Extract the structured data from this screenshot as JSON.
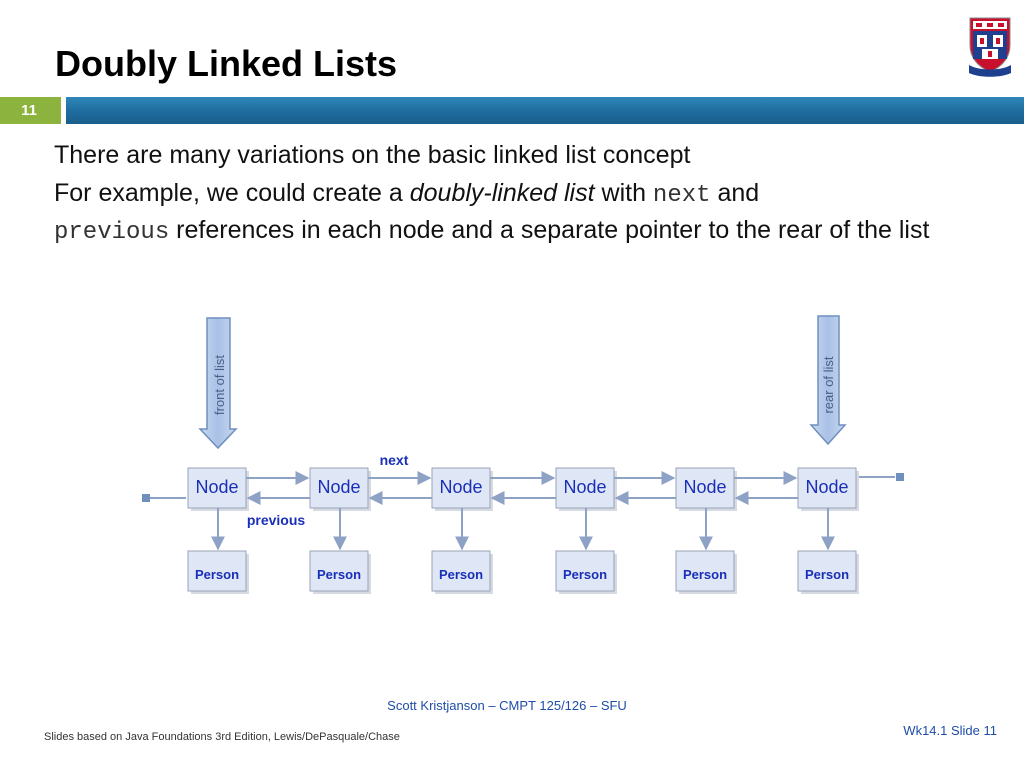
{
  "slide": {
    "title": "Doubly Linked Lists",
    "number": "11"
  },
  "body": {
    "line1": "There are many variations on the basic linked list concept",
    "b2_part1": "For example, we could create a ",
    "b2_em": "doubly-linked list",
    "b2_part2": " with ",
    "b2_code_next": "next",
    "b2_part3": " and",
    "b2_code_previous": "previous",
    "b2_part4": " references in each node and a separate pointer to the rear of the list"
  },
  "diagram": {
    "front_label": "front of list",
    "rear_label": "rear of list",
    "next_label": "next",
    "previous_label": "previous",
    "nodes": [
      "Node",
      "Node",
      "Node",
      "Node",
      "Node",
      "Node"
    ],
    "persons": [
      "Person",
      "Person",
      "Person",
      "Person",
      "Person",
      "Person"
    ],
    "colors": {
      "node_fill": "#dfe7f6",
      "node_text": "#1a2fb8",
      "arrow": "#8ea2c6",
      "label_blue": "#1a2fb8",
      "pointer_arrow": "#a9c1e6"
    }
  },
  "footer": {
    "center": "Scott Kristjanson – CMPT 125/126 – SFU",
    "left": "Slides based on Java Foundations 3rd Edition, Lewis/DePasquale/Chase",
    "right": "Wk14.1 Slide 11"
  },
  "colors": {
    "green": "#8db33f",
    "bar_blue": "#1f6c9e",
    "footer_blue": "#1f4da8"
  }
}
